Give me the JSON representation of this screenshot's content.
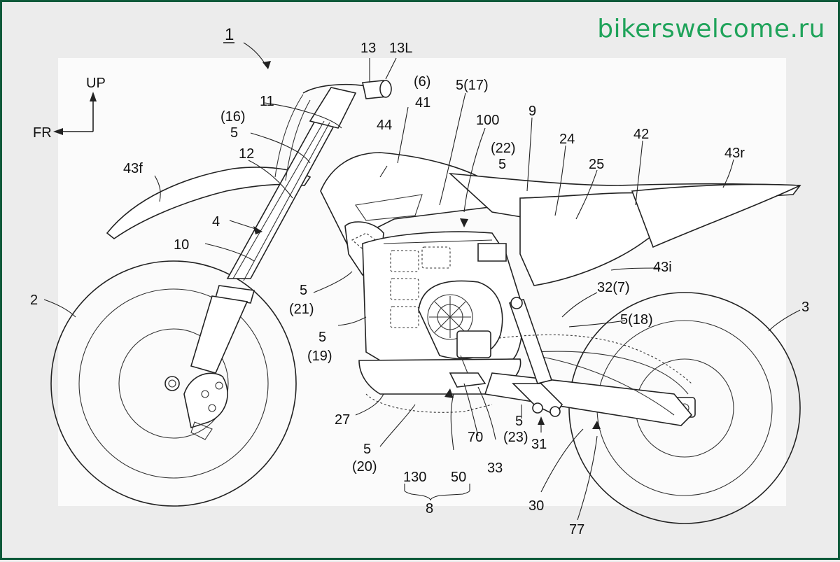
{
  "watermark": "bikerswelcome.ru",
  "figure": {
    "main_label": "1",
    "direction": {
      "up": "UP",
      "front": "FR"
    }
  },
  "labels": {
    "l13": "13",
    "l13L": "13L",
    "l6": "(6)",
    "l41": "41",
    "l5_17": "5(17)",
    "l16": "(16)",
    "l5a": "5",
    "l11": "11",
    "l44": "44",
    "l100": "100",
    "l9": "9",
    "l24": "24",
    "l42": "42",
    "l43r": "43r",
    "l43f": "43f",
    "l12": "12",
    "l22": "(22)",
    "l5b": "5",
    "l25": "25",
    "l4": "4",
    "l10": "10",
    "l43i": "43i",
    "l2": "2",
    "l5c": "5",
    "l21": "(21)",
    "l32_7": "32(7)",
    "l3": "3",
    "l5d": "5",
    "l19": "(19)",
    "l5_18": "5(18)",
    "l27": "27",
    "l5e": "5",
    "l20": "(20)",
    "l130": "130",
    "l50": "50",
    "l8": "8",
    "l70": "70",
    "l33": "33",
    "l5f": "5",
    "l23": "(23)",
    "l31": "31",
    "l30": "30",
    "l77": "77"
  }
}
